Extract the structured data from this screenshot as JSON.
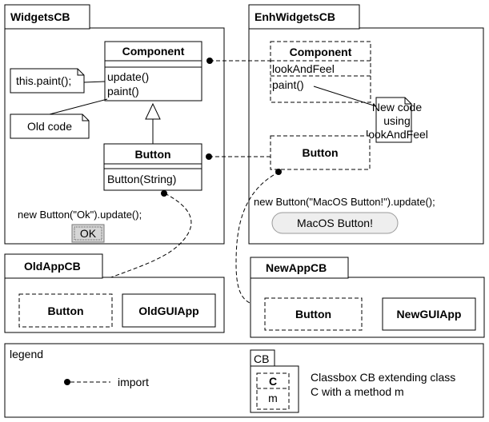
{
  "widgets_cb": {
    "title": "WidgetsCB",
    "component": {
      "name": "Component",
      "methods": [
        "update()",
        "paint()"
      ]
    },
    "button": {
      "name": "Button",
      "methods": [
        "Button(String)"
      ]
    },
    "note_paint": "this.paint();",
    "note_old": "Old code",
    "code": "new Button(\"Ok\").update();",
    "ok_button_label": "OK"
  },
  "enh_widgets_cb": {
    "title": "EnhWidgetsCB",
    "component": {
      "name": "Component",
      "fields": [
        "lookAndFeel"
      ],
      "methods": [
        "paint()"
      ]
    },
    "button": {
      "name": "Button"
    },
    "note_new_lines": [
      "New code",
      "using",
      "lookAndFeel"
    ],
    "code": "new Button(\"MacOS Button!\").update();",
    "macos_button_label": "MacOS Button!"
  },
  "old_app_cb": {
    "title": "OldAppCB",
    "classes": [
      "Button",
      "OldGUIApp"
    ]
  },
  "new_app_cb": {
    "title": "NewAppCB",
    "classes": [
      "Button",
      "NewGUIApp"
    ]
  },
  "legend": {
    "title": "legend",
    "import_label": "import",
    "cb_label": "CB",
    "class_label": "C",
    "method_label": "m",
    "description_lines": [
      "Classbox CB extending class",
      "C with a method m"
    ]
  },
  "colors": {
    "line": "#000000",
    "ok_button_bg": "#d6d6d6",
    "macos_button_bg": "#eeeeee",
    "macos_button_border": "#9a9a9a"
  }
}
